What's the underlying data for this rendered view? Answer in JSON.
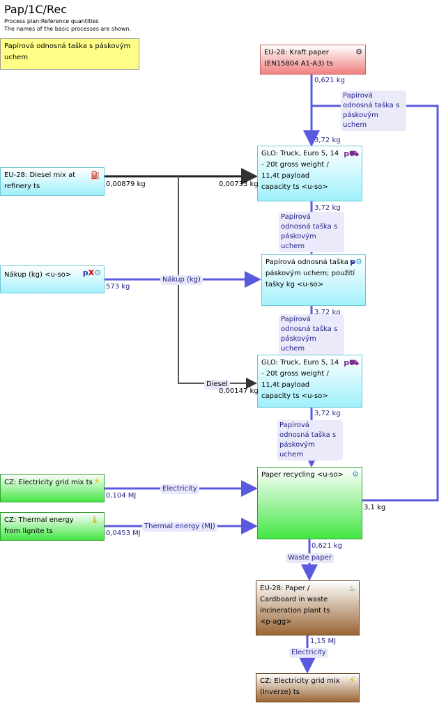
{
  "header": {
    "title": "Pap/1C/Rec",
    "subtitle": "Process plan:Reference quantities",
    "note": "The names of the basic processes are shown."
  },
  "legend_box": "Papírová odnosná taška s páskovým uchem",
  "processes": {
    "kraft": "EU-28: Kraft paper (EN15804 A1-A3) ts",
    "truck1": "GLO: Truck, Euro 5, 14 - 20t gross weight / 11,4t payload capacity ts <u-so>",
    "diesel": "EU-28: Diesel mix at refinery ts",
    "nakup": "Nákup (kg) <u-so>",
    "bag": "Papírová odnosná taška s páskovým uchem; použití tašky kg <u-so>",
    "truck2": "GLO: Truck, Euro 5, 14 - 20t gross weight / 11,4t payload capacity ts <u-so>",
    "recycling": "Paper recycling <u-so>",
    "elec": "CZ: Electricity grid mix ts",
    "thermal": "CZ: Thermal energy from lignite ts",
    "incin": "EU-28: Paper / Cardboard in waste incineration plant ts <p-agg>",
    "elec_inv": "CZ: Electricity grid mix (Inverze) ts"
  },
  "flows": {
    "kraft_out": "0,621 kg",
    "loop_label": "Papírová odnosná taška s páskovým uchem",
    "truck1_in": "3,72 kg",
    "diesel_out": "0,00879 kg",
    "diesel_truck1": "0,00733 kg",
    "truck1_out": "3,72 kg",
    "flow_bag": "Papírová odnosná taška s páskovým uchem",
    "nakup_out": "573 kg",
    "nakup_label": "Nákup (kg)",
    "bag_out": "3,72 kg",
    "diesel_label": "Diesel",
    "diesel_truck2": "0,00147 kg",
    "truck2_out": "3,72 kg",
    "elec_out": "0,104 MJ",
    "elec_label": "Electricity",
    "thermal_out": "0,0453 MJ",
    "thermal_label": "Thermal energy (MJ)",
    "recycling_loop": "3,1 kg",
    "recycling_out": "0,621 kg",
    "waste_label": "Waste paper",
    "incin_out": "1,15 MJ",
    "incin_label": "Electricity"
  },
  "colors": {
    "flow": "#5a5ae0",
    "diesel_flow": "#333333"
  }
}
